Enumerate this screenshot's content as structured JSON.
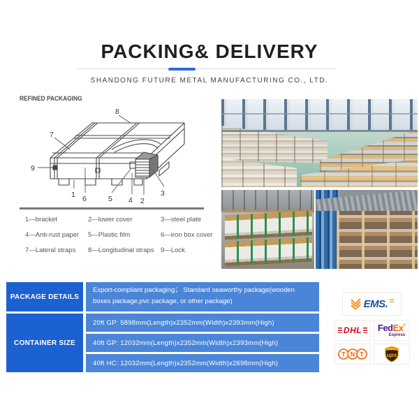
{
  "header": {
    "title": "PACKING& DELIVERY",
    "subtitle": "SHANDONG FUTURE METAL MANUFACTURING CO., LTD."
  },
  "packaging": {
    "section_label": "REFINED PACKAGING",
    "diagram_numbers": [
      "1",
      "2",
      "3",
      "4",
      "5",
      "6",
      "7",
      "8",
      "9"
    ],
    "legend": [
      "1—bracket",
      "2—lower cover",
      "3—steel plate",
      "4—Anti-rust paper",
      "5—Plastic film",
      "6—iron box cover",
      "7—Lateral straps",
      "8—Longitudinal straps",
      "9—Lock"
    ]
  },
  "table": {
    "package_details": {
      "label": "PACKAGE DETAILS",
      "value": "Export-compliant packaging； Standard seaworthy package(wooden boxes package,pvc package, or other package)"
    },
    "container_size": {
      "label": "CONTAINER SIZE",
      "rows": [
        "20ft GP: 5898mm(Length)x2352mm(Width)x2393mm(High)",
        "40ft GP: 12032mm(Length)x2352mm(Width)x2393mm(High)",
        "40ft HC: 12032mm(Length)x2352mm(Width)x2698mm(High)"
      ]
    }
  },
  "logistics": {
    "ems_label": "EMS.",
    "ems_mark": "=",
    "dhl_label": "DHL",
    "fedex": {
      "fed": "Fed",
      "ex": "Ex",
      "reg": "®",
      "express": "Express"
    },
    "tnt_letters": [
      "T",
      "N",
      "T"
    ],
    "ups_label": "ups"
  },
  "colors": {
    "accent_blue": "#2e6bd8",
    "table_header_blue": "#1c61d2",
    "table_cell_blue": "#4a85d8",
    "ems_blue": "#1f4da0",
    "ems_orange": "#f7941d",
    "dhl_red": "#d40511",
    "fedex_purple": "#4d148c",
    "fedex_orange": "#ff6600",
    "tnt_orange": "#ff5f00",
    "ups_brown": "#3a1a12",
    "ups_gold": "#f7b600"
  }
}
